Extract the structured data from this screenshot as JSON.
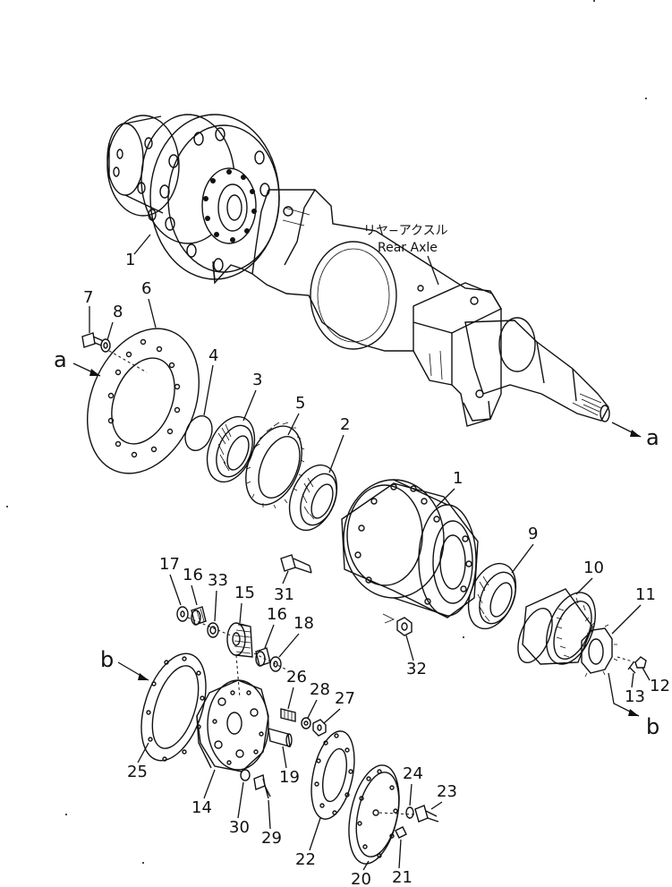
{
  "caption": {
    "jp": "リヤ−アクスル",
    "en": "Rear Axle"
  },
  "refs": {
    "a": "a",
    "b": "b"
  },
  "callouts": {
    "p1_top": "1",
    "p1_hub": "1",
    "p2": "2",
    "p3": "3",
    "p4": "4",
    "p5": "5",
    "p6": "6",
    "p7": "7",
    "p8": "8",
    "p9": "9",
    "p10": "10",
    "p11": "11",
    "p12": "12",
    "p13": "13",
    "p14": "14",
    "p15": "15",
    "p16a": "16",
    "p16b": "16",
    "p17": "17",
    "p18": "18",
    "p19": "19",
    "p20": "20",
    "p21": "21",
    "p22": "22",
    "p23": "23",
    "p24": "24",
    "p25": "25",
    "p26": "26",
    "p27": "27",
    "p28": "28",
    "p29": "29",
    "p30": "30",
    "p31": "31",
    "p32": "32",
    "p33": "33"
  }
}
